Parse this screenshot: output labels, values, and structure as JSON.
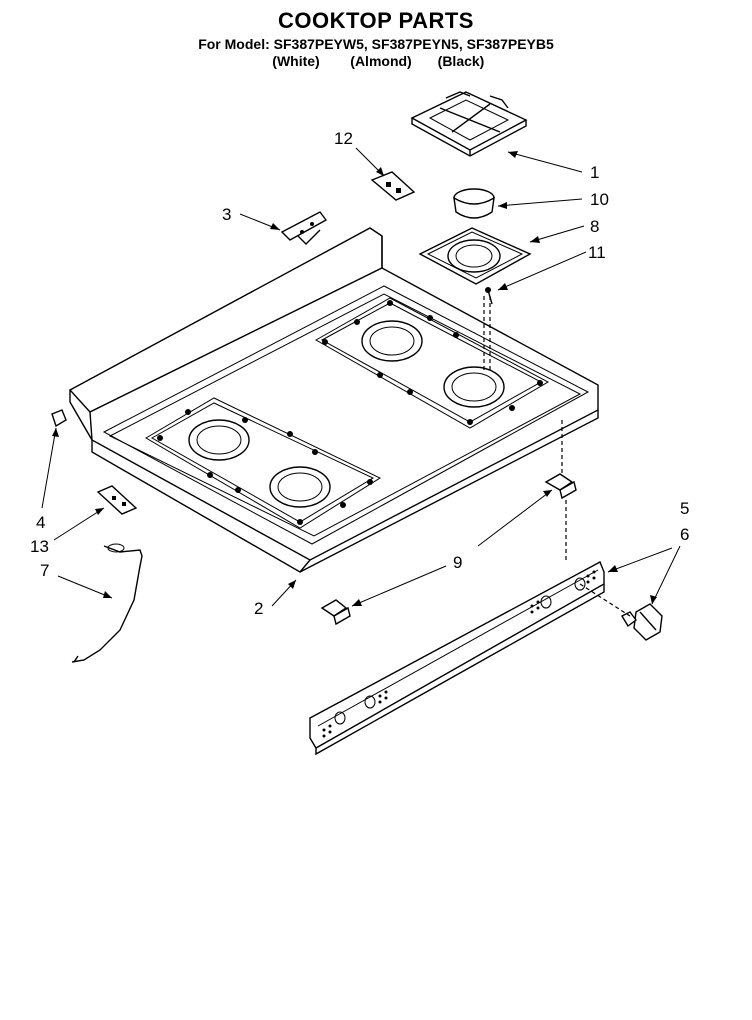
{
  "header": {
    "title": "COOKTOP PARTS",
    "model_line": "For Model: SF387PEYW5, SF387PEYN5, SF387PEYB5",
    "colors": [
      "(White)",
      "(Almond)",
      "(Black)"
    ]
  },
  "callouts": {
    "c1": "1",
    "c2": "2",
    "c3": "3",
    "c4": "4",
    "c5": "5",
    "c6": "6",
    "c7": "7",
    "c8": "8",
    "c9": "9",
    "c10": "10",
    "c11": "11",
    "c12": "12",
    "c13": "13"
  }
}
